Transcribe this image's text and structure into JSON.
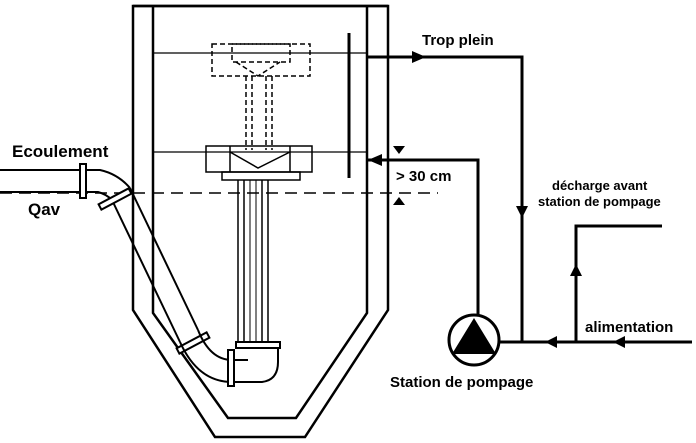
{
  "labels": {
    "ecoulement": "Ecoulement",
    "qav": "Qav",
    "trop_plein": "Trop plein",
    "gap": "> 30 cm",
    "decharge_line1": "décharge avant",
    "decharge_line2": "station de pompage",
    "alimentation": "alimentation",
    "station": "Station de pompage"
  },
  "icons": {
    "pump": "pump-icon",
    "flow_arrow": "flow-arrow-icon"
  },
  "colors": {
    "ink": "#000000",
    "background": "#ffffff"
  }
}
